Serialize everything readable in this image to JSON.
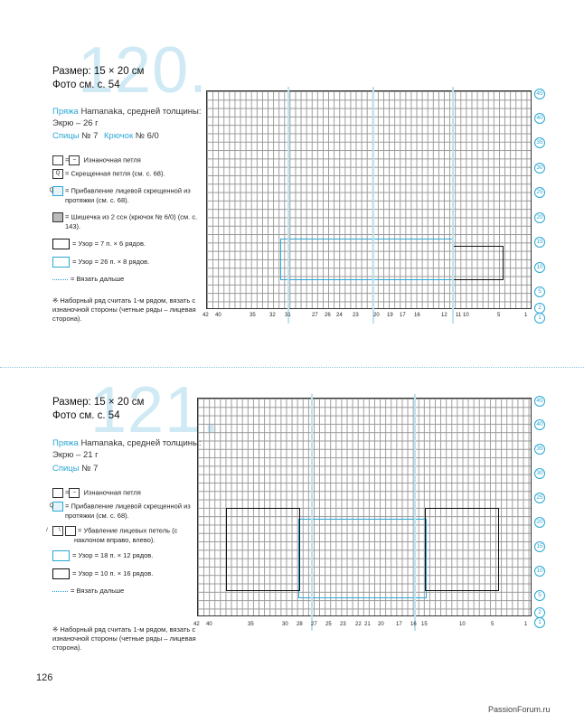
{
  "pattern120": {
    "number": "120.",
    "size": "Размер: 15 × 20 см",
    "photo": "Фото см. с. 54",
    "yarn_label": "Пряжа",
    "yarn_text": "Hamanaka, средней толщины:",
    "yarn_color": "Экрю – 26 г",
    "needles_label": "Спицы",
    "needles_value": "№ 7",
    "hook_label": "Крючок",
    "hook_value": "№ 6/0",
    "legend": [
      {
        "icon": "purl-icon",
        "text": "Изнаночная петля"
      },
      {
        "icon": "crossed-stitch-icon",
        "text": "= Скрещенная петля (см. с. 68)."
      },
      {
        "icon": "increase-icon",
        "text": "= Прибавление лицевой скрещенной из протяжки (см. с. 68)."
      },
      {
        "icon": "bobble-icon",
        "text": "= Шишечка из 2 ссн (крючок № 6/0) (см. с. 143)."
      },
      {
        "icon": "black-box-icon",
        "text": "= Узор = 7 п. × 6 рядов."
      },
      {
        "icon": "blue-box-icon",
        "text": "= Узор = 26 п. × 8 рядов."
      },
      {
        "icon": "dotted-line-icon",
        "text": "= Вязать дальше"
      }
    ],
    "note": "※ Наборный ряд считать 1-м рядом, вязать с изнаночной стороны (четные ряды – лицевая сторона).",
    "col_labels": [
      "42",
      "40",
      "35",
      "32",
      "31",
      "27",
      "26",
      "24",
      "23",
      "20",
      "19",
      "17",
      "16",
      "12",
      "11",
      "10",
      "5",
      "1"
    ],
    "row_labels": [
      "45",
      "40",
      "35",
      "30",
      "25",
      "20",
      "15",
      "10",
      "5",
      "2",
      "1"
    ]
  },
  "pattern121": {
    "number": "121.",
    "size": "Размер: 15 × 20 см",
    "photo": "Фото см. с. 54",
    "yarn_label": "Пряжа",
    "yarn_text": "Hamanaka, средней толщины:",
    "yarn_color": "Экрю – 21 г",
    "needles_label": "Спицы",
    "needles_value": "№ 7",
    "legend": [
      {
        "icon": "purl-icon",
        "text": "Изнаночная петля"
      },
      {
        "icon": "increase-icon",
        "text": "= Прибавление лицевой скрещенной из протяжки (см. с. 68)."
      },
      {
        "icon": "decrease-icon",
        "text": "= Убавление лицевых петель (с наклоном вправо, влево)."
      },
      {
        "icon": "blue-box-icon",
        "text": "= Узор = 18 п. × 12 рядов."
      },
      {
        "icon": "black-box-icon",
        "text": "= Узор = 10 п. × 16 рядов."
      },
      {
        "icon": "dotted-line-icon",
        "text": "= Вязать дальше"
      }
    ],
    "note": "※ Наборный ряд считать 1-м рядом, вязать с изнаночной стороны (четные ряды – лицевая сторона).",
    "col_labels": [
      "42",
      "40",
      "35",
      "30",
      "28",
      "27",
      "25",
      "23",
      "22",
      "21",
      "20",
      "17",
      "16",
      "15",
      "10",
      "5",
      "1"
    ],
    "row_labels": [
      "45",
      "40",
      "35",
      "30",
      "25",
      "20",
      "15",
      "10",
      "5",
      "2",
      "1"
    ]
  },
  "page_number": "126",
  "watermark": "PassionForum.ru",
  "colors": {
    "accent": "#2aa7d4",
    "bignum": "#cfeaf4"
  }
}
